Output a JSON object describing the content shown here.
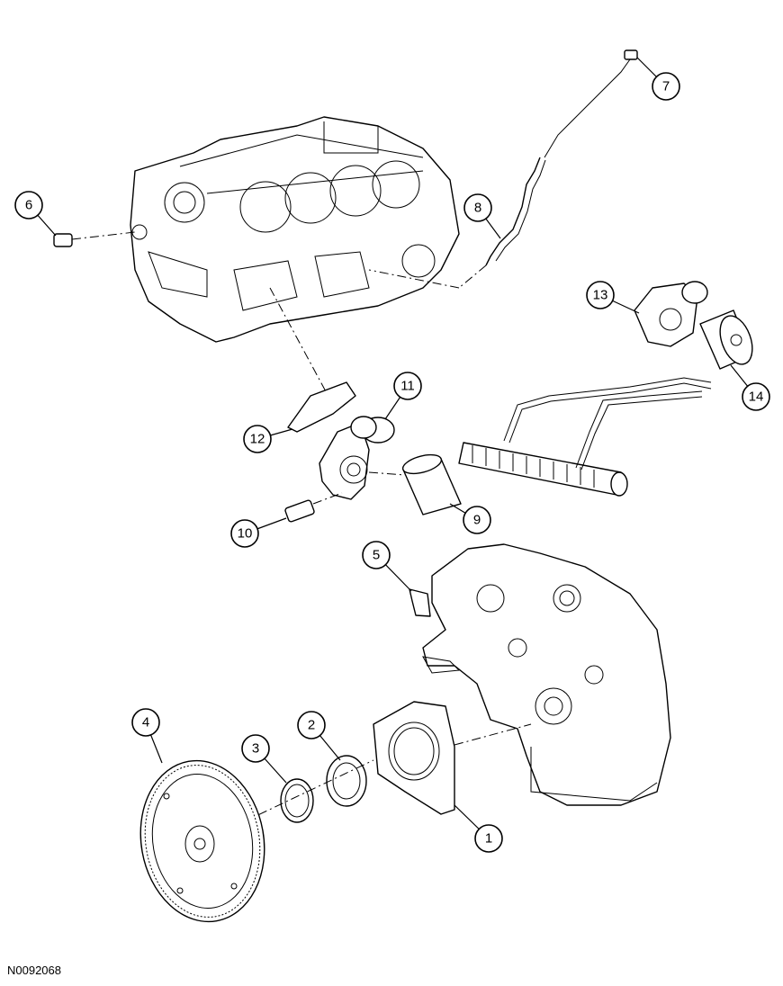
{
  "figure_id": "N0092068",
  "callouts": [
    "1",
    "2",
    "3",
    "4",
    "5",
    "6",
    "7",
    "8",
    "9",
    "10",
    "11",
    "12",
    "13",
    "14"
  ]
}
